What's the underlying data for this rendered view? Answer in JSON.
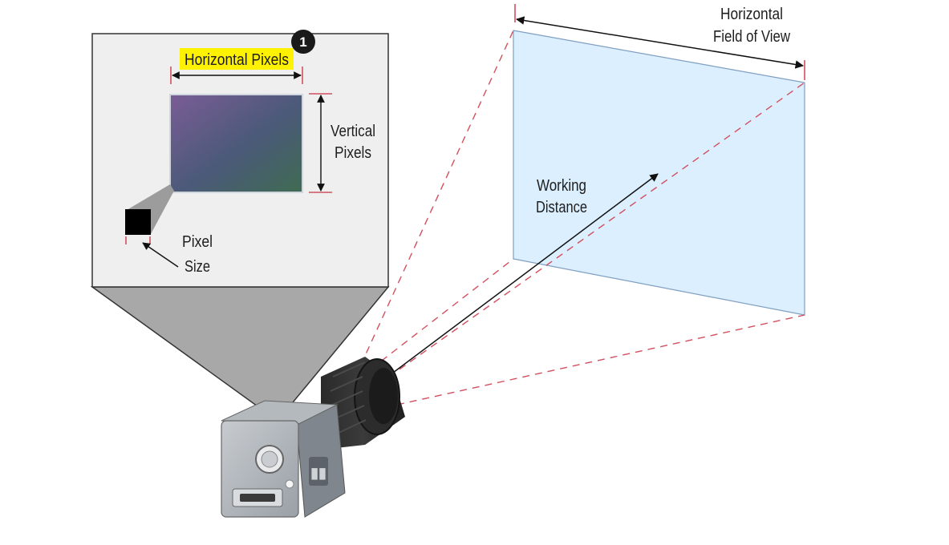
{
  "labels": {
    "horizontal_pixels": "Horizontal Pixels",
    "badge_number": "1",
    "vertical_pixels_line1": "Vertical",
    "vertical_pixels_line2": "Pixels",
    "pixel_size_line1": "Pixel",
    "pixel_size_line2": "Size",
    "working_distance_line1": "Working",
    "working_distance_line2": "Distance",
    "hfov_line1": "Horizontal",
    "hfov_line2": "Field of View"
  },
  "colors": {
    "highlight": "#fff200",
    "dashed_rays": "#d2505f",
    "field_of_view": "#dcefff",
    "callout_gray": "#a8a8a8",
    "sensor_start": "#7a5c96",
    "sensor_end": "#3f6b52",
    "badge": "#1a1a1a"
  }
}
